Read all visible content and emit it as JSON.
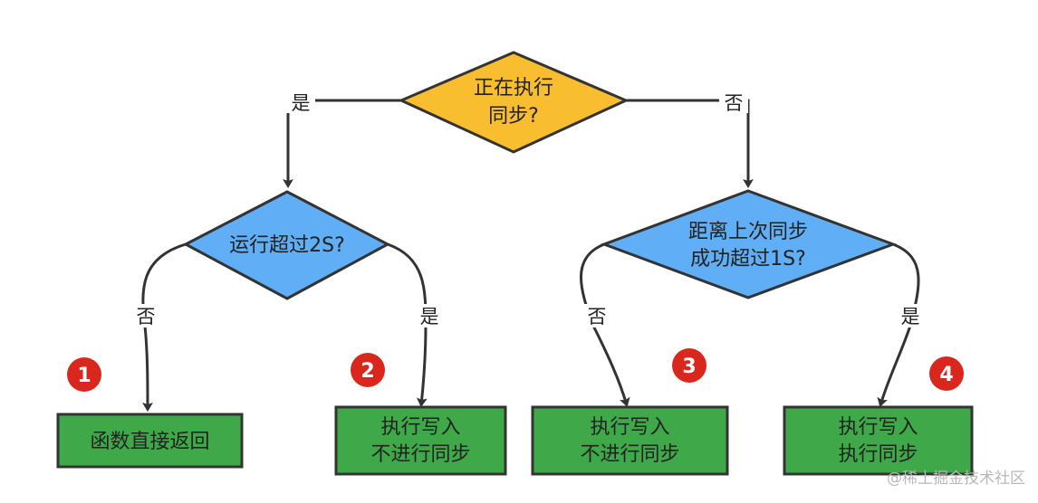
{
  "nodes": {
    "root_decision": {
      "lines": [
        "正在执行",
        "同步?"
      ]
    },
    "left_decision": {
      "lines": [
        "运行超过2S?"
      ]
    },
    "right_decision": {
      "lines": [
        "距离上次同步",
        "成功超过1S?"
      ]
    },
    "box1": {
      "lines": [
        "函数直接返回"
      ]
    },
    "box2": {
      "lines": [
        "执行写入",
        "不进行同步"
      ]
    },
    "box3": {
      "lines": [
        "执行写入",
        "不进行同步"
      ]
    },
    "box4": {
      "lines": [
        "执行写入",
        "执行同步"
      ]
    }
  },
  "edge_labels": {
    "root_yes": "是",
    "root_no": "否",
    "left_no": "否",
    "left_yes": "是",
    "right_no": "否",
    "right_yes": "是"
  },
  "badges": [
    "1",
    "2",
    "3",
    "4"
  ],
  "watermark": "@稀土掘金技术社区",
  "colors": {
    "root_fill": "#F8BE2F",
    "decision_fill": "#60AEF5",
    "box_fill": "#3FA94A",
    "badge_fill": "#D9271E",
    "line": "#333333"
  }
}
